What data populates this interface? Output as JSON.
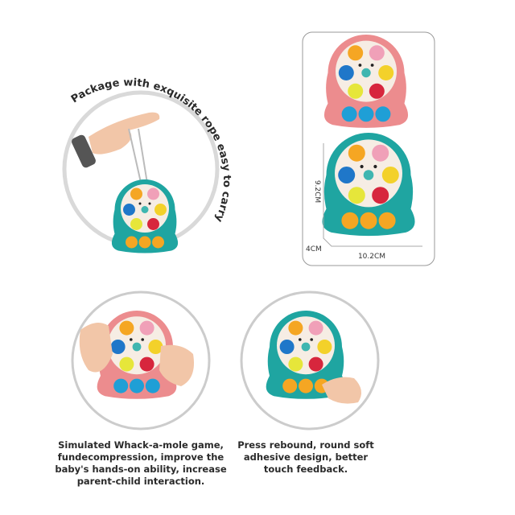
{
  "top_left": {
    "curved_text": "Package with exquisite rope easy to carry"
  },
  "dimensions": {
    "height": "9.2CM",
    "depth": "4CM",
    "width": "10.2CM"
  },
  "captions": {
    "left": [
      "Simulated Whack-a-mole game,",
      "fundecompression, improve the",
      "baby's hands-on ability, increase",
      "parent-child interaction."
    ],
    "right": [
      "Press rebound, round soft",
      "adhesive design, better",
      "touch feedback."
    ]
  },
  "colors": {
    "pink": "#ec8c8e",
    "teal": "#1fa5a1",
    "ring": "#d9d9d9",
    "text": "#2a2a2a"
  }
}
